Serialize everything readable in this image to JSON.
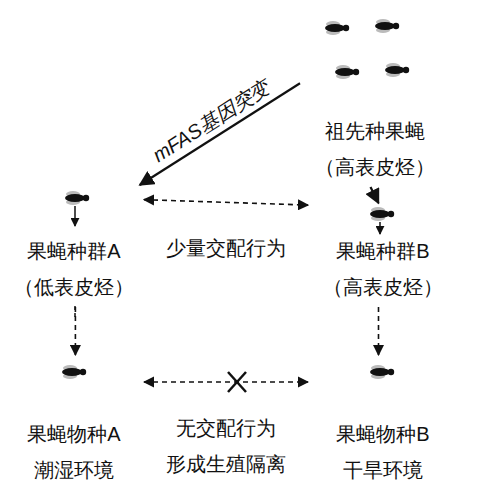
{
  "diagram": {
    "nodes": [
      {
        "text": [
          "祖先种果蝇",
          "（高表皮烃）"
        ]
      },
      {
        "text": [
          "果蝇种群A",
          "（低表皮烃）"
        ]
      },
      {
        "text": [
          "果蝇种群B",
          "（高表皮烃）"
        ]
      },
      {
        "text": [
          "果蝇物种A",
          "潮湿环境"
        ]
      },
      {
        "text": [
          "果蝇物种B",
          "干旱环境"
        ]
      }
    ],
    "edges": [
      {
        "from": 0,
        "to": 1,
        "label": "mFAS基因突变",
        "arrow": "to"
      },
      {
        "from": 0,
        "to": 2,
        "arrow": "to"
      },
      {
        "from": 1,
        "to": 2,
        "label": "少量交配行为",
        "arrow": "both"
      },
      {
        "from": 1,
        "to": 3,
        "arrow": "to"
      },
      {
        "from": 2,
        "to": 4,
        "arrow": "to"
      },
      {
        "from": 3,
        "to": 4,
        "label": "无交配行为 形成生殖隔离",
        "arrow": "both"
      }
    ]
  }
}
